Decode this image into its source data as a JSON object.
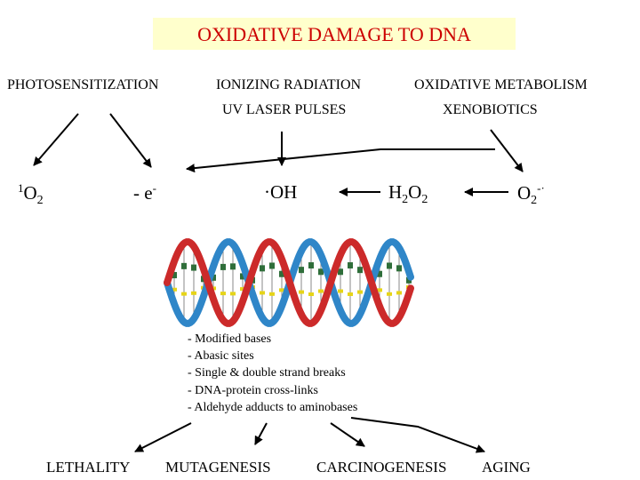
{
  "title": "OXIDATIVE DAMAGE TO DNA",
  "sources": {
    "photosensitization": "PHOTOSENSITIZATION",
    "ionizing_radiation": "IONIZING RADIATION",
    "uv_laser": "UV LASER PULSES",
    "oxidative_metabolism": "OXIDATIVE METABOLISM",
    "xenobiotics": "XENOBIOTICS"
  },
  "species": {
    "singlet_oxygen": {
      "sup": "1",
      "base": "O",
      "sub": "2"
    },
    "electron_loss": {
      "base": "- e",
      "sup": "-"
    },
    "hydroxyl": {
      "base": "·OH"
    },
    "hydrogen_peroxide": {
      "a": "H",
      "sub1": "2",
      "b": "O",
      "sub2": "2"
    },
    "superoxide": {
      "base": "O",
      "sub": "2",
      "sup": "-·"
    }
  },
  "damage_types": [
    "- Modified bases",
    "- Abasic sites",
    "- Single & double strand breaks",
    "- DNA-protein cross-links",
    "- Aldehyde adducts to aminobases"
  ],
  "outcomes": {
    "lethality": "LETHALITY",
    "mutagenesis": "MUTAGENESIS",
    "carcinogenesis": "CARCINOGENESIS",
    "aging": "AGING"
  },
  "colors": {
    "title": "#cc0000",
    "title_bg": "#ffffcc",
    "strand_red": "#cc2a2a",
    "strand_blue": "#2f86c8",
    "base_green": "#2f6e3a",
    "base_yellow": "#e6d418"
  }
}
